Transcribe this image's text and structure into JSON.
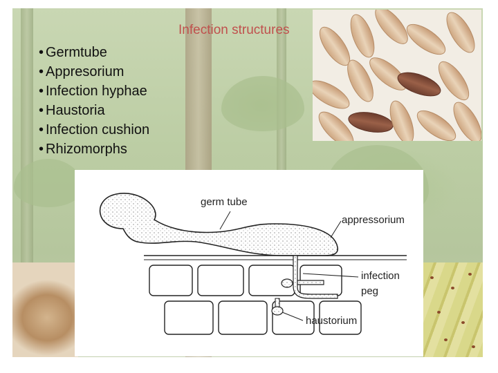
{
  "slide": {
    "title": "Infection structures",
    "bullets": [
      "Germtube",
      "Appresorium",
      "Infection hyphae",
      "Haustoria",
      "Infection cushion",
      "Rhizomorphs"
    ],
    "bullet_glyph": "•"
  },
  "diagram": {
    "labels": {
      "germ_tube": "germ tube",
      "appressorium": "appressorium",
      "infection_peg_line1": "infection",
      "infection_peg_line2": "peg",
      "haustorium": "haustorium"
    }
  },
  "colors": {
    "title": "#c0504d",
    "bullet_text": "#111111"
  }
}
